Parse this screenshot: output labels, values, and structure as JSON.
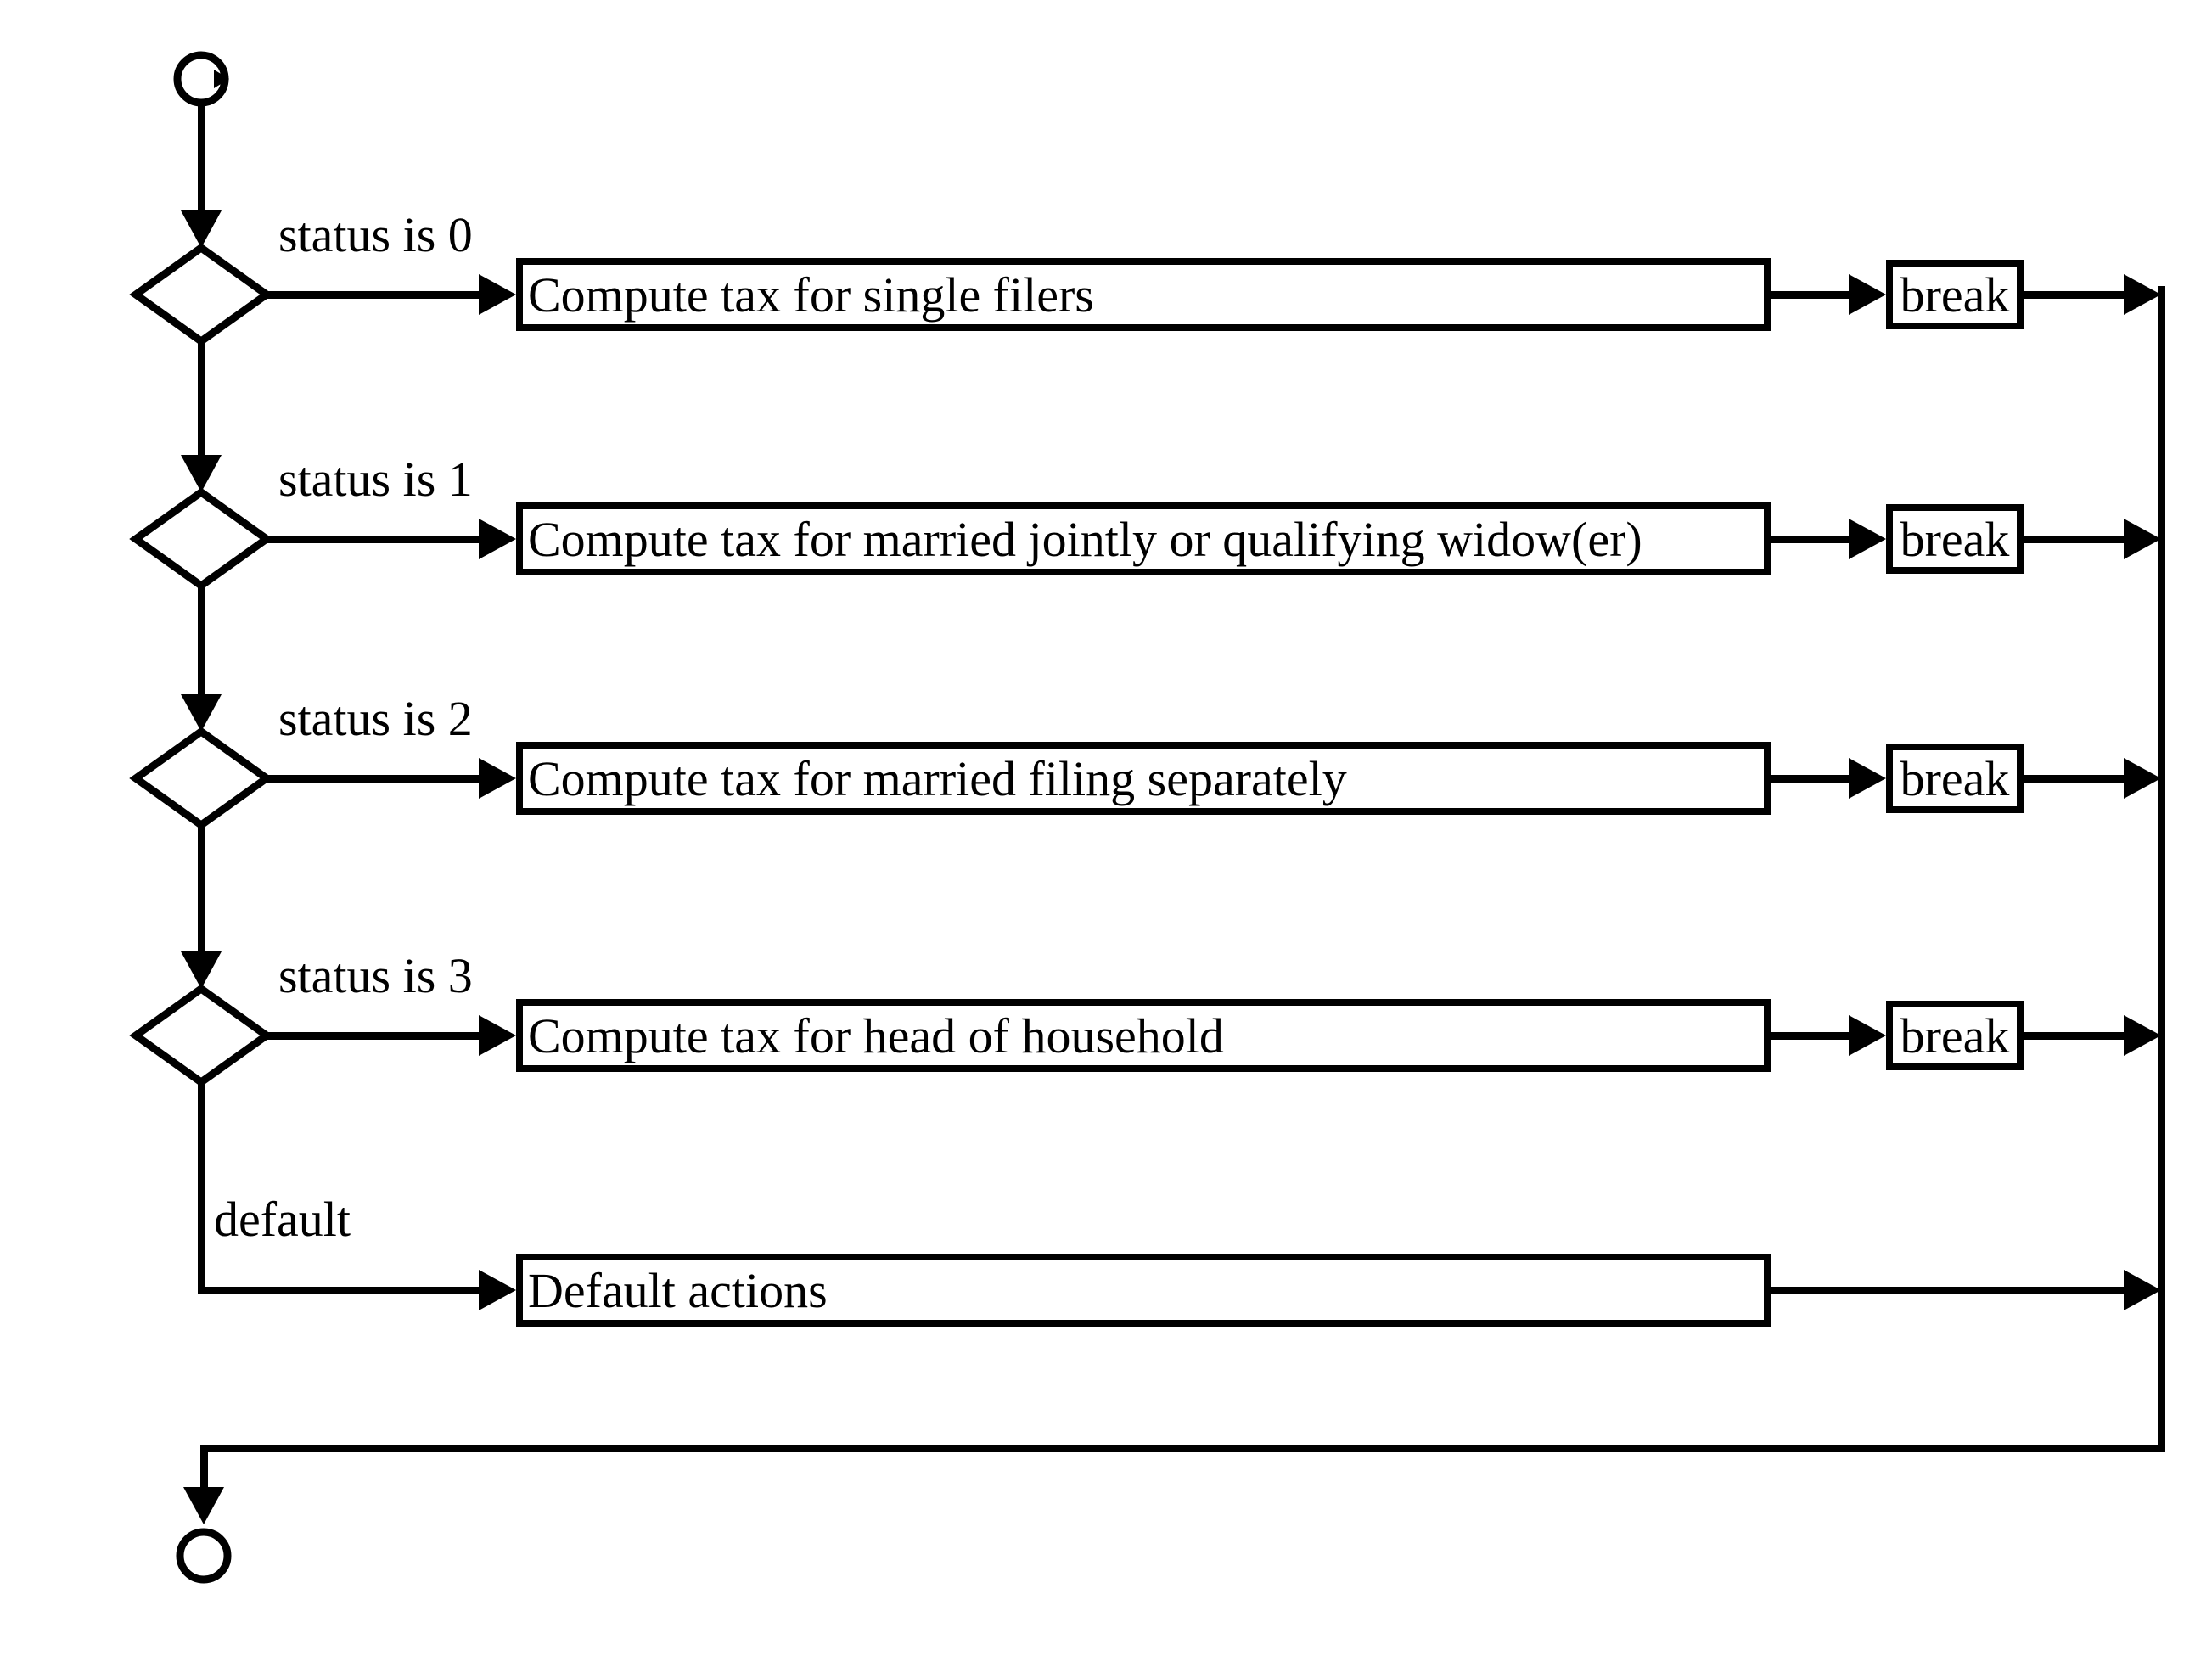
{
  "flowchart": {
    "branches": [
      {
        "condition": "status is 0",
        "action": "Compute tax for single filers",
        "exit": "break"
      },
      {
        "condition": "status is 1",
        "action": "Compute tax for married jointly or qualifying widow(er)",
        "exit": "break"
      },
      {
        "condition": "status is 2",
        "action": "Compute tax for married filing separately",
        "exit": "break"
      },
      {
        "condition": "status is 3",
        "action": "Compute tax for head of household",
        "exit": "break"
      },
      {
        "condition": "default",
        "action": "Default actions",
        "exit": ""
      }
    ],
    "colors": {
      "stroke": "#000000",
      "background": "#ffffff"
    }
  }
}
